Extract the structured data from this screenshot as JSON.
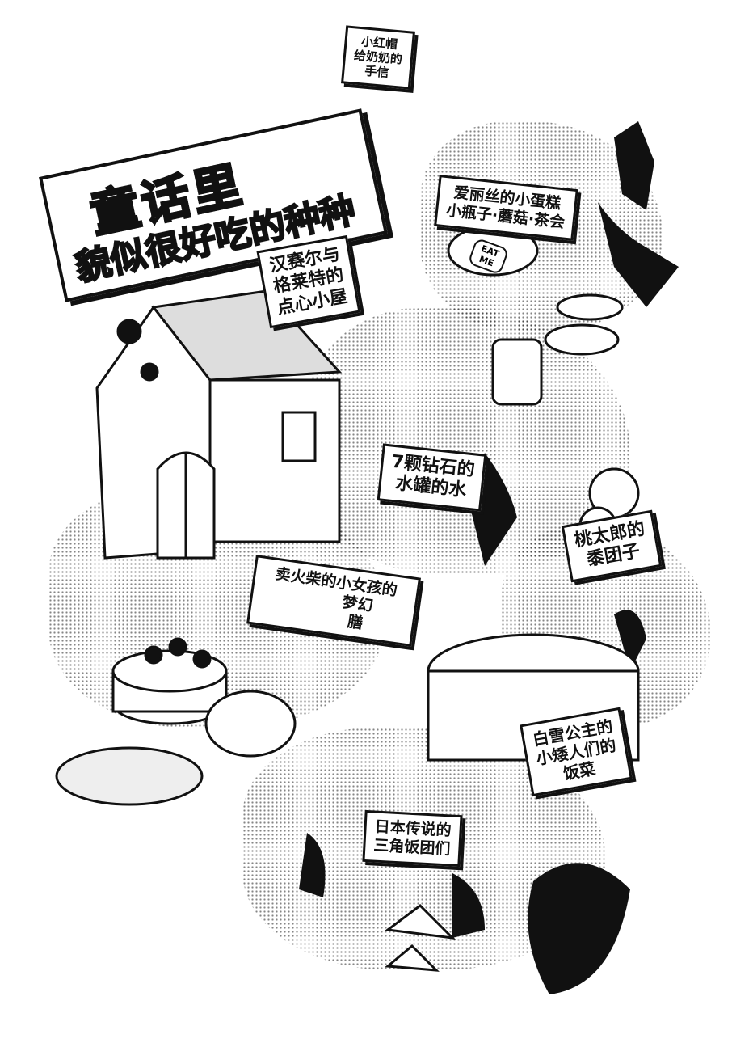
{
  "title": {
    "line1": "童话里",
    "line2": "貌似很好吃的种种"
  },
  "captions": {
    "red_riding_hood": [
      "小红帽",
      "给奶奶的",
      "手信"
    ],
    "alice": [
      "爱丽丝的小蛋糕",
      "小瓶子·蘑菇·茶会"
    ],
    "eat_me": [
      "EAT",
      "ME"
    ],
    "hansel_gretel": [
      "汉赛尔与",
      "格莱特的",
      "点心小屋"
    ],
    "seven_diamonds": [
      "7颗钻石的",
      "水罐的水"
    ],
    "momotaro": [
      "桃太郎的",
      "黍团子"
    ],
    "match_girl": [
      "卖火柴的小女孩的",
      "梦幻",
      "膳"
    ],
    "snow_white": [
      "白雪公主的",
      "小矮人们的",
      "饭菜"
    ],
    "onigiri": [
      "日本传说的",
      "三角饭团们"
    ]
  }
}
